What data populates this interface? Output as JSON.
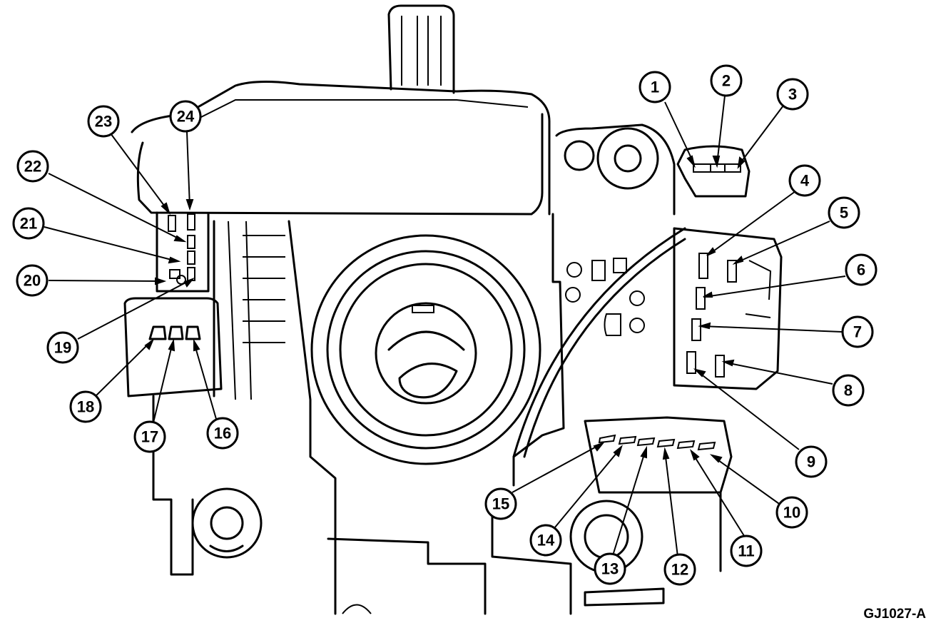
{
  "figure_id": "GJ1027-A",
  "callouts": [
    {
      "label": "1"
    },
    {
      "label": "2"
    },
    {
      "label": "3"
    },
    {
      "label": "4"
    },
    {
      "label": "5"
    },
    {
      "label": "6"
    },
    {
      "label": "7"
    },
    {
      "label": "8"
    },
    {
      "label": "9"
    },
    {
      "label": "10"
    },
    {
      "label": "11"
    },
    {
      "label": "12"
    },
    {
      "label": "13"
    },
    {
      "label": "14"
    },
    {
      "label": "15"
    },
    {
      "label": "16"
    },
    {
      "label": "17"
    },
    {
      "label": "18"
    },
    {
      "label": "19"
    },
    {
      "label": "20"
    },
    {
      "label": "21"
    },
    {
      "label": "22"
    },
    {
      "label": "23"
    },
    {
      "label": "24"
    }
  ]
}
